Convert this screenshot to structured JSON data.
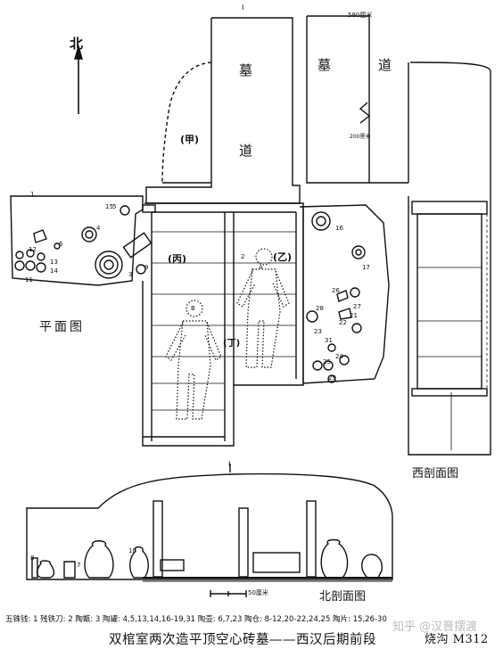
{
  "north": "北",
  "corridor_label_1": "墓",
  "corridor_label_2": "道",
  "corridor_label_3": "墓",
  "corridor_label_4": "道",
  "chamber_jia": "(甲)",
  "chamber_yi": "(乙)",
  "chamber_bing": "(丙)",
  "chamber_ding": "(丁)",
  "plan_view_label": "平面图",
  "west_section_label": "西剖面图",
  "north_section_label": "北剖面图",
  "dim_top": "580厘米",
  "dim_mid": "200厘米",
  "scale_label": "50厘米",
  "section_mark_top": "I",
  "section_mark_mid": "I",
  "legend": "五铢钱: 1  残铁刀: 2  陶甑: 3  陶罐: 4,5,13,14,16-19,31  陶壶: 6,7,23  陶仓: 8-12,20-22,24,25  陶片: 15,26-30",
  "caption": "双棺室两次造平顶空心砖墓——西汉后期前段",
  "site_code": "烧沟 M312",
  "watermark": "知乎 @汉晋摆渡",
  "finds_numbers": [
    "16",
    "17",
    "12",
    "13",
    "14",
    "11",
    "15",
    "4",
    "6",
    "3",
    "5",
    "9",
    "1",
    "2",
    "A",
    "B",
    "21",
    "22",
    "23",
    "24",
    "25",
    "26",
    "27",
    "28",
    "29",
    "31",
    "7",
    "8",
    "10"
  ]
}
